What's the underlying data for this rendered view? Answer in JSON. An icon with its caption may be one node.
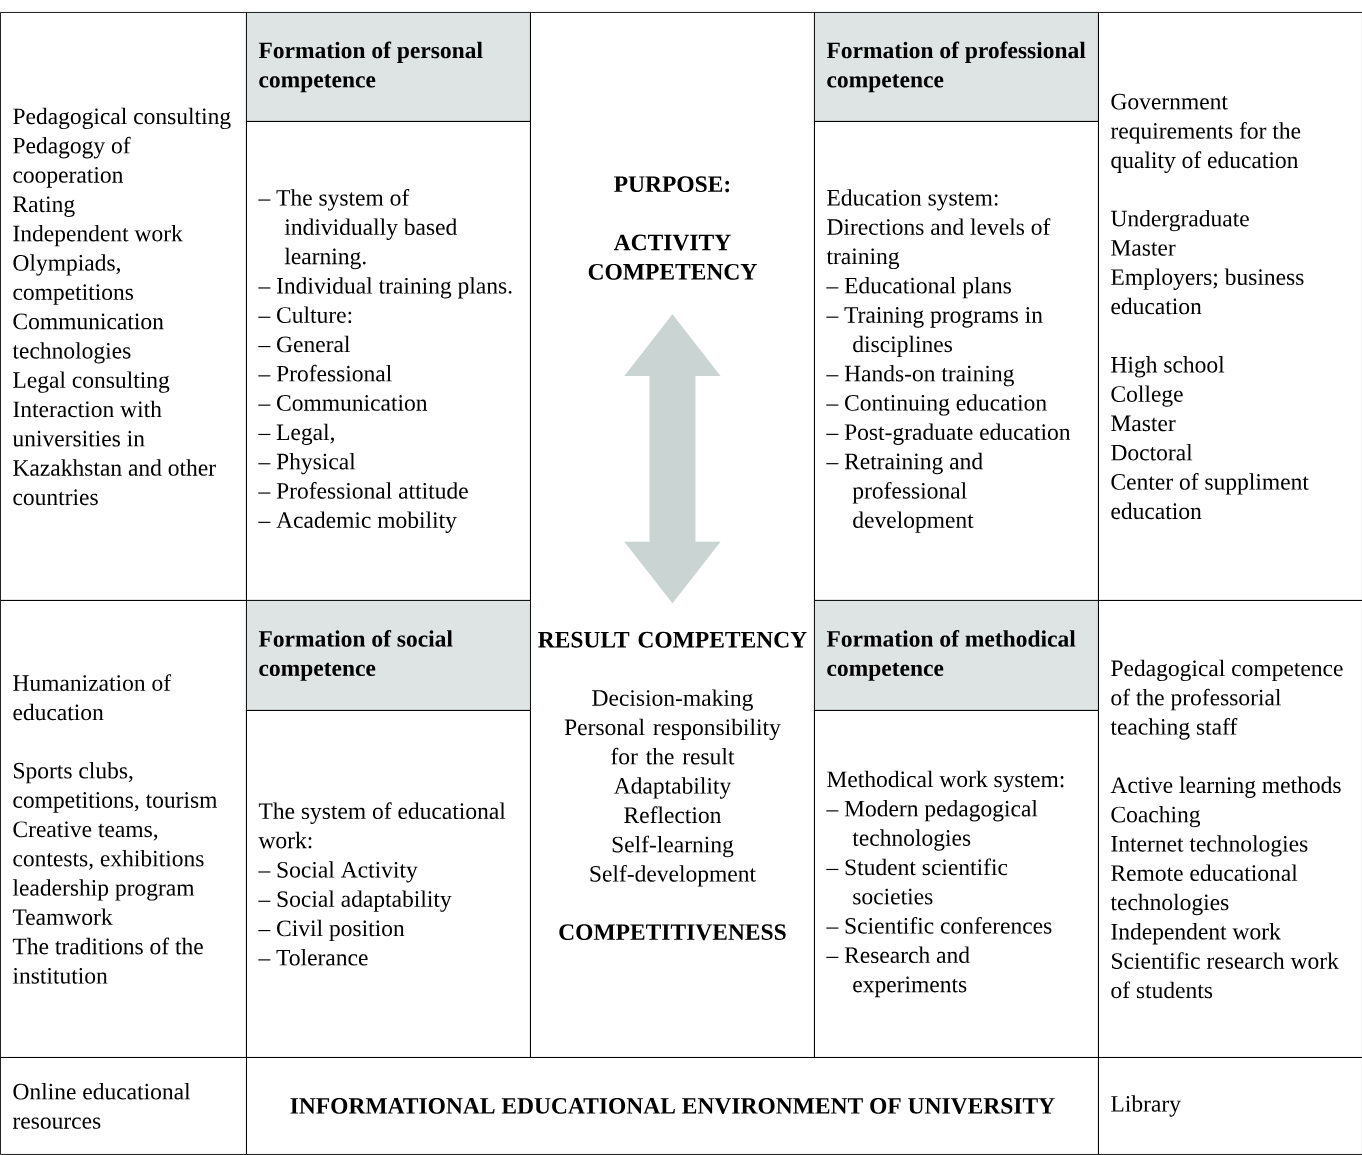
{
  "diagram": {
    "nodes": [
      {
        "text": [
          "Pedagogical consulting",
          "Pedagogy of cooperation",
          "Rating",
          "Independent work",
          "Olympiads, competitions",
          "Communication technologies",
          "Legal consulting",
          "Interaction with universities in Kazakhstan and other countries"
        ]
      },
      {
        "text": [
          "Formation of personal competence"
        ]
      },
      {
        "text": [
          "– The system of individually based learning.",
          "– Individual training plans.",
          "– Culture:",
          "– General",
          "– Professional",
          "– Communication",
          "– Legal,",
          "– Physical",
          "– Professional attitude",
          "– Academic mobility"
        ]
      },
      {
        "text": [],
        "shape": "box"
      },
      {
        "text": [
          "PURPOSE:",
          "ACTIVITY COMPETENCY"
        ],
        "in": 3
      },
      {
        "text": [
          "RESULT COMPETENCY",
          "Decision-making",
          "Personal responsibility for the result",
          "Adaptability",
          "Reflection",
          "Self-learning",
          "Self-development",
          "COMPETITIVENESS"
        ],
        "in": 3
      },
      {
        "text": [
          "Formation of professional competence"
        ]
      },
      {
        "text": [
          "Education system:",
          "Directions and levels of training",
          "– Educational plans",
          "– Training programs in disciplines",
          "– Hands-on training",
          "– Continuing education",
          "– Post-graduate education",
          "– Retraining and professional development"
        ]
      },
      {
        "text": [
          "Government requirements for the quality of education",
          "Undergraduate",
          "Master",
          "Employers; business education",
          "High school",
          "College",
          "Master",
          "Doctoral",
          "Center of suppliment education"
        ]
      },
      {
        "text": [
          "Humanization of education",
          "Sports clubs, competitions, tourism",
          "Creative teams, contests, exhibitions",
          "leadership program",
          "Teamwork",
          "The traditions of the institution"
        ]
      },
      {
        "text": [
          "Formation of social competence"
        ]
      },
      {
        "text": [
          "The system of educational work:",
          "– Social Activity",
          "– Social adaptability",
          "– Civil position",
          "– Tolerance"
        ]
      },
      {
        "text": [
          "Formation of methodical competence"
        ]
      },
      {
        "text": [
          "Methodical work system:",
          "– Modern pedagogical technologies",
          "– Student scientific societies",
          "– Scientific conferences",
          "– Research and experiments"
        ]
      },
      {
        "text": [
          "Pedagogical competence of the professorial teaching staff",
          "Active learning methods",
          "Coaching",
          "Internet technologies",
          "Remote educational technologies",
          "Independent work",
          "Scientific research work of students"
        ]
      },
      {
        "text": [
          "Online educational resources"
        ]
      },
      {
        "text": [
          "INFORMATIONAL EDUCATIONAL ENVIRONMENT OF UNIVERSITY"
        ]
      },
      {
        "text": [
          "Library"
        ]
      }
    ],
    "edges": [
      {
        "from": 4,
        "to": 5,
        "arrow": "both",
        "color": "#c9d4d3"
      }
    ]
  }
}
